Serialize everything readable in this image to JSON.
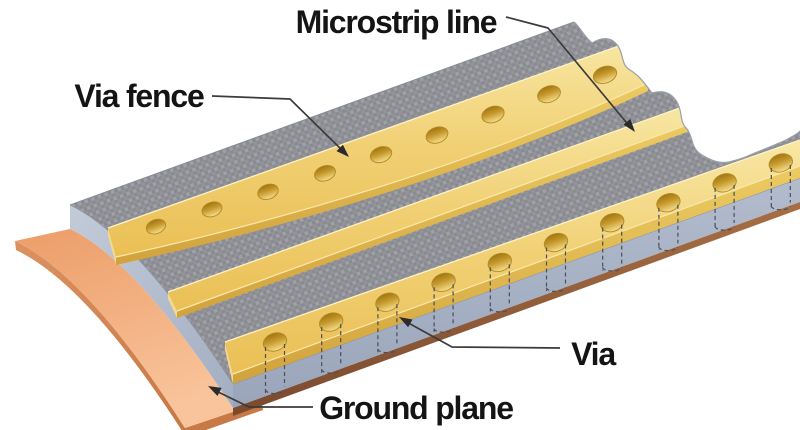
{
  "diagram": {
    "type": "technical-illustration",
    "subject": "Microstrip line with via fences on a PCB over a ground plane",
    "labels": {
      "microstrip_line": "Microstrip line",
      "via_fence": "Via fence",
      "via": "Via",
      "ground_plane": "Ground plane"
    },
    "components": {
      "back_via_fence": {
        "via_count": 9
      },
      "front_via_fence": {
        "via_count": 10
      },
      "microstrip_has_vias": false
    },
    "colors": {
      "background": "#ffffff",
      "label_text": "#141414",
      "leader_line": "#3b3b3b",
      "gold_strip_top": "#f1d074",
      "gold_strip_face": "#d9ab42",
      "via_hole_dark": "#a1750f",
      "via_hole_light": "#f6df8d",
      "substrate_texture_gray": "#97989f",
      "substrate_side_blue_gray": "#a9b3c6",
      "copper_layer_brown": "#8a5a38",
      "ground_plane_orange": "#f2a877",
      "dashed_cylinder": "#4a4f58"
    }
  }
}
